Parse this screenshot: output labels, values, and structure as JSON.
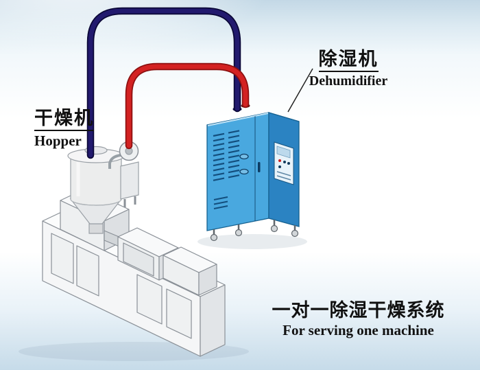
{
  "labels": {
    "hopper_cn": "干燥机",
    "hopper_en": "Hopper",
    "dehumidifier_cn": "除湿机",
    "dehumidifier_en": "Dehumidifier",
    "title_cn": "一对一除湿干燥系统",
    "title_en": "For serving one machine"
  },
  "colors": {
    "pipe_red": "#d32222",
    "pipe_red_dark": "#8c1010",
    "pipe_navy": "#221a6e",
    "pipe_navy_dark": "#0a0736",
    "cabinet_front": "#49a8df",
    "cabinet_side": "#2b83c2",
    "cabinet_top": "#83c6ec",
    "vent_slot": "#134e7d",
    "machine_front": "#f5f6f7",
    "machine_side": "#e2e5e8",
    "machine_top": "#fbfcfc"
  }
}
